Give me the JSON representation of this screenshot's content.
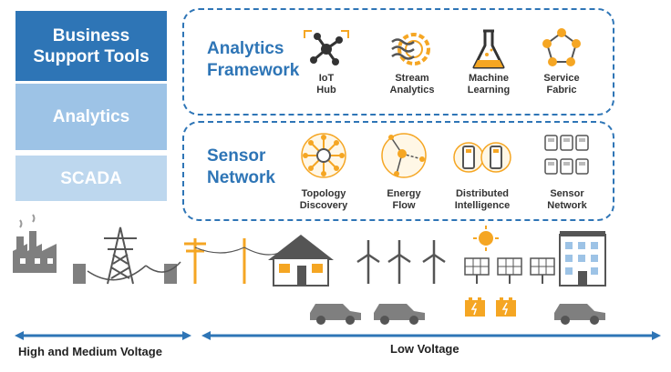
{
  "layers": {
    "business": "Business\nSupport Tools",
    "analytics": "Analytics",
    "scada": "SCADA"
  },
  "analytics_framework": {
    "title": "Analytics\nFramework",
    "items": [
      {
        "label": "IoT\nHub",
        "icon": "iot-hub-icon"
      },
      {
        "label": "Stream\nAnalytics",
        "icon": "stream-analytics-icon"
      },
      {
        "label": "Machine\nLearning",
        "icon": "machine-learning-icon"
      },
      {
        "label": "Service\nFabric",
        "icon": "service-fabric-icon"
      }
    ]
  },
  "sensor_network": {
    "title": "Sensor\nNetwork",
    "items": [
      {
        "label": "Topology\nDiscovery",
        "icon": "topology-discovery-icon"
      },
      {
        "label": "Energy\nFlow",
        "icon": "energy-flow-icon"
      },
      {
        "label": "Distributed\nIntelligence",
        "icon": "distributed-intelligence-icon"
      },
      {
        "label": "Sensor\nNetwork",
        "icon": "sensor-network-icon"
      }
    ]
  },
  "voltage": {
    "high_medium": "High and Medium Voltage",
    "low": "Low Voltage"
  },
  "colors": {
    "primary": "#2e75b6",
    "light": "#9dc3e6",
    "lighter": "#bdd7ee",
    "accent": "#f5a623",
    "grey": "#7f7f7f"
  }
}
